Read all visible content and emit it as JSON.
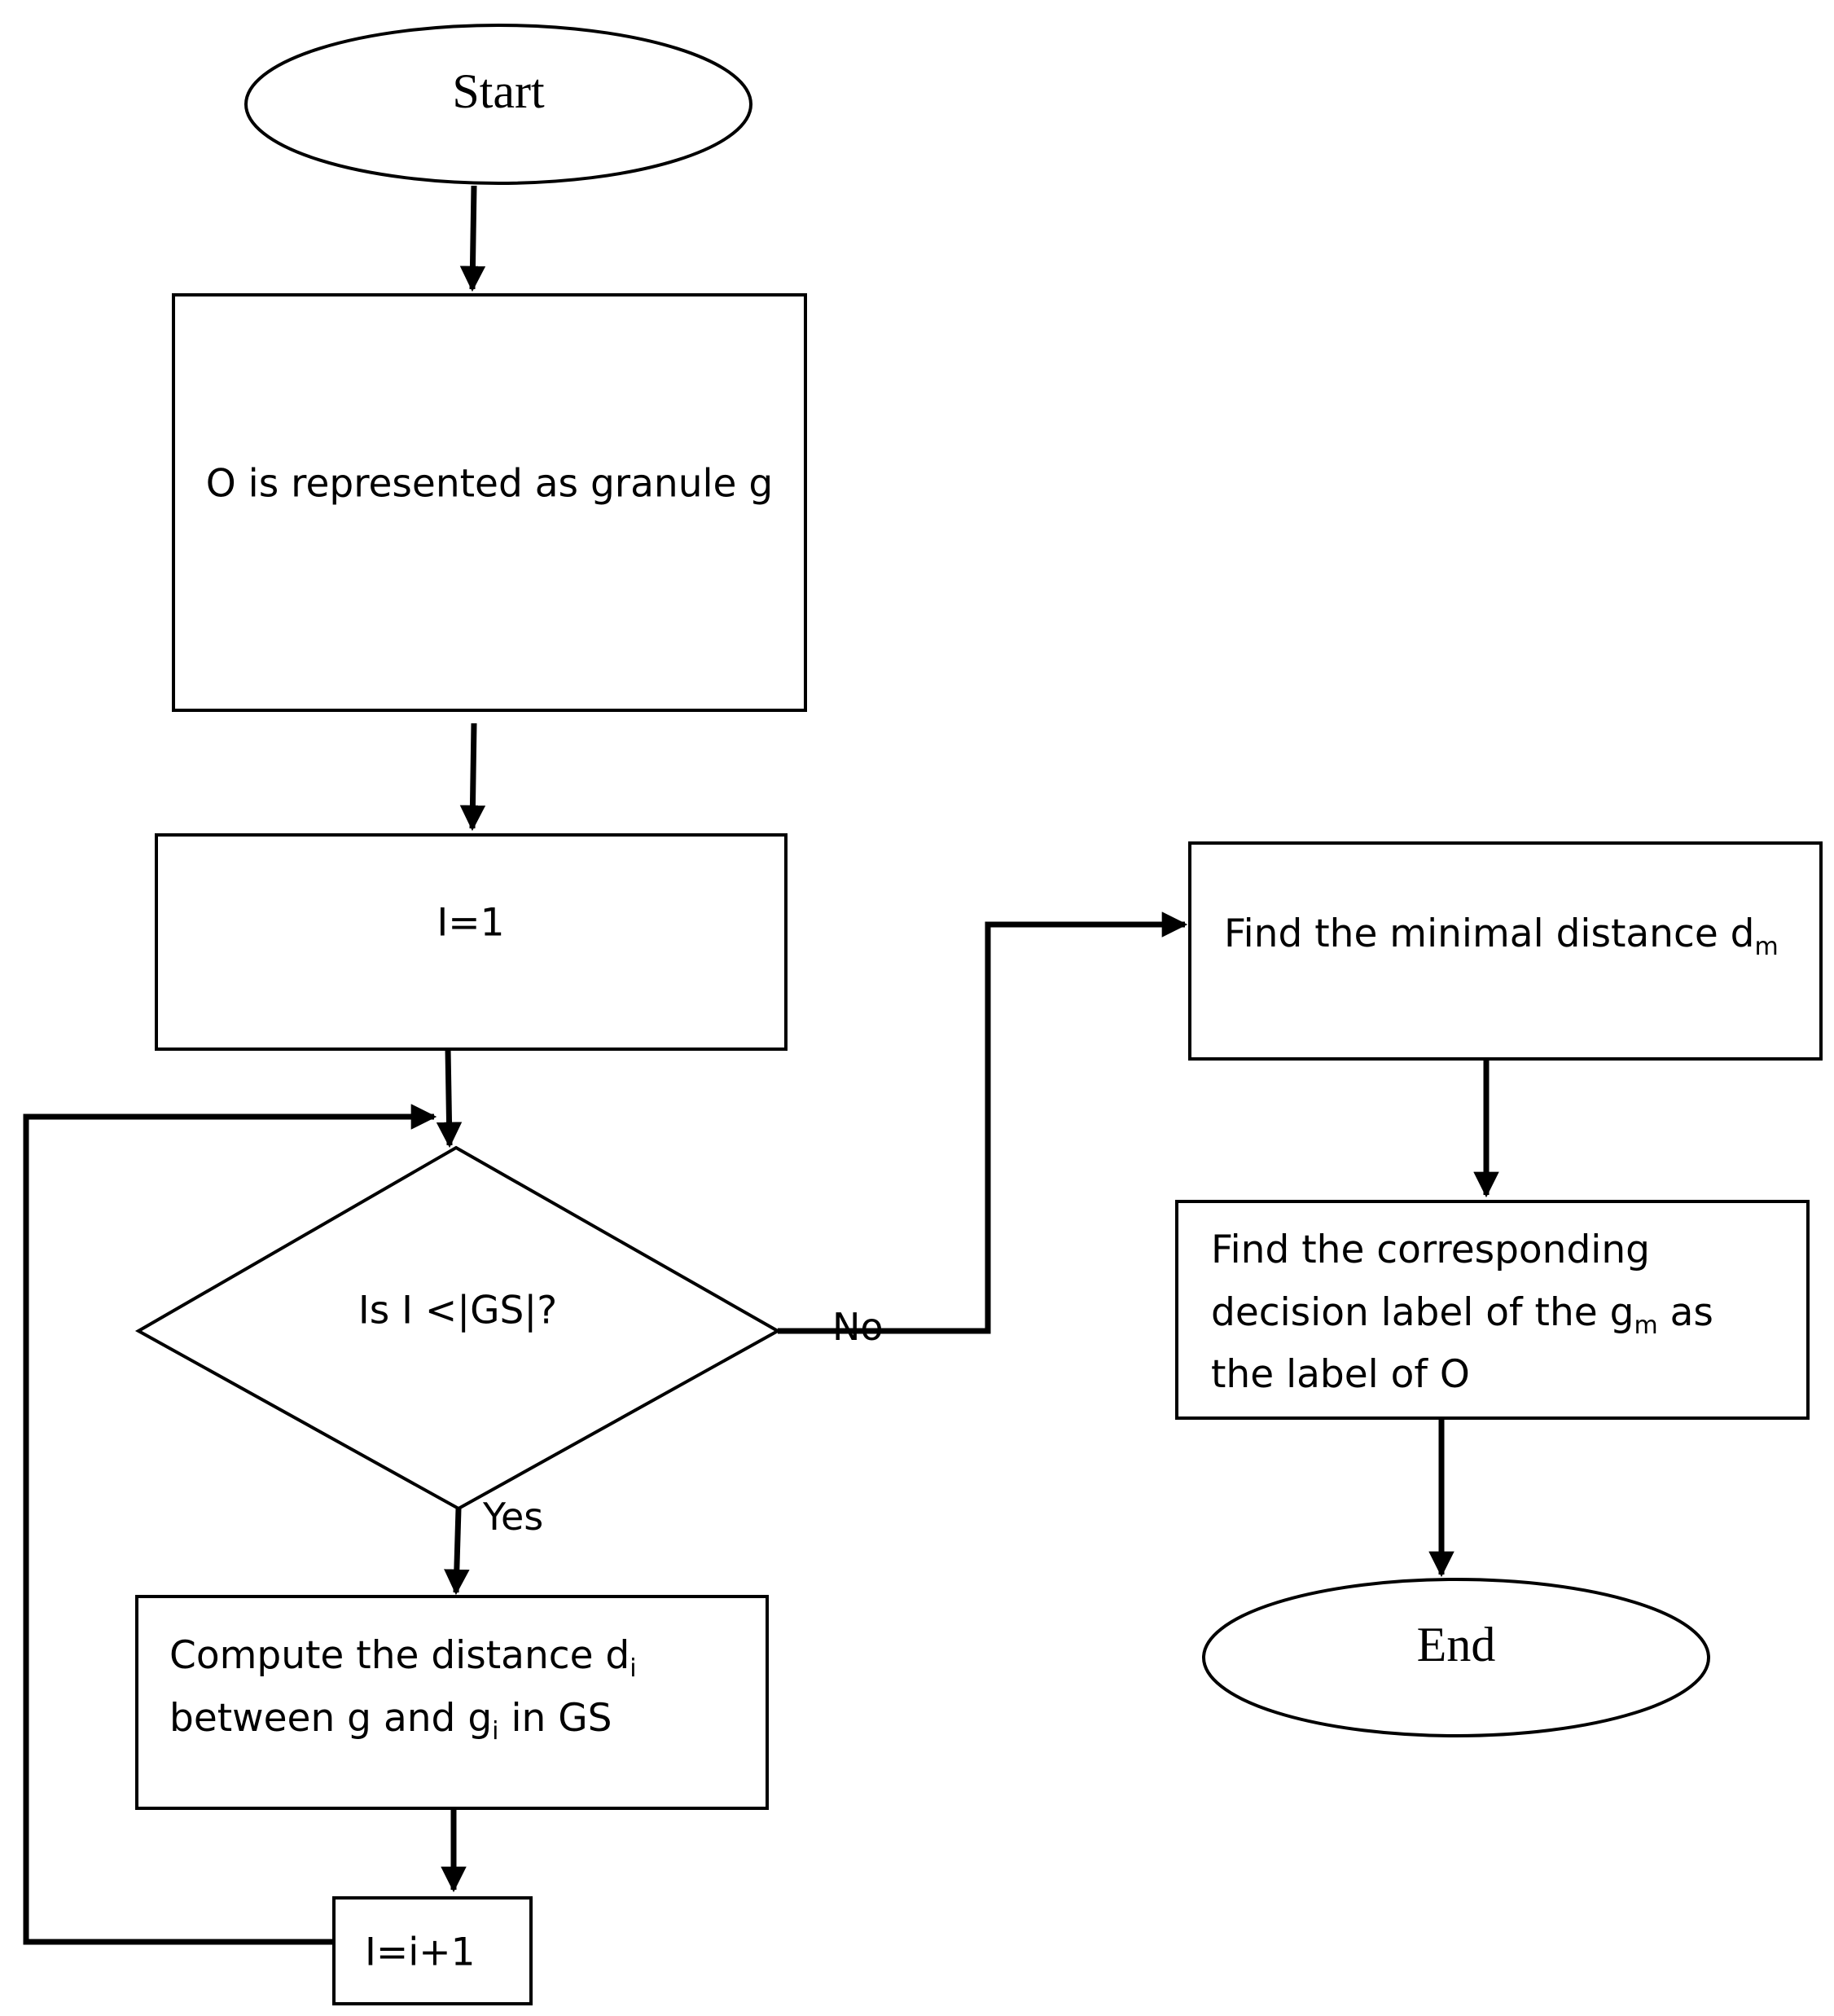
{
  "nodes": {
    "start": {
      "label": "Start"
    },
    "represent": {
      "label": "O is represented as granule g"
    },
    "init": {
      "label": "I=1"
    },
    "decision": {
      "label": "Is I <|GS|?"
    },
    "compute": {
      "line1": "Compute the distance d",
      "line1_sub": "i",
      "line2_a": "between g and g",
      "line2_sub": "i",
      "line2_b": " in GS"
    },
    "increment": {
      "label": "I=i+1"
    },
    "find_min": {
      "label": "Find the minimal distance d",
      "label_sub": "m"
    },
    "find_label": {
      "line1": "Find the corresponding",
      "line2_a": "decision label of the g",
      "line2_sub": "m",
      "line2_b": " as",
      "line3": "the label of O"
    },
    "end": {
      "label": "End"
    }
  },
  "edges": {
    "no_label": "No",
    "yes_label": "Yes"
  }
}
